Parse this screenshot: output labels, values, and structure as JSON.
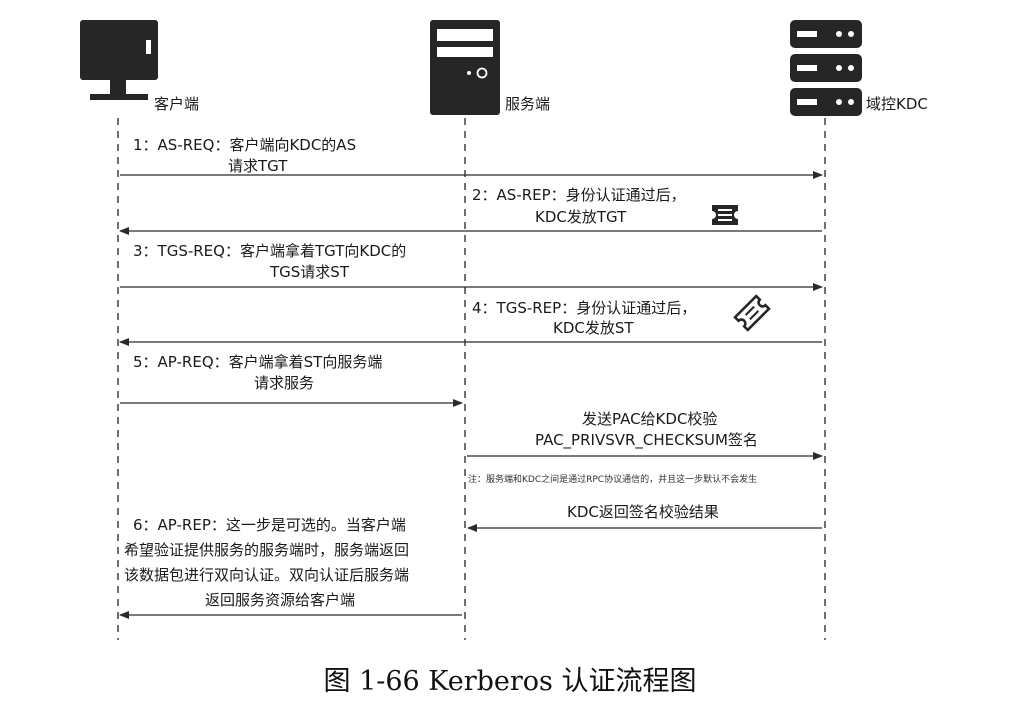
{
  "actors": {
    "client": "客户端",
    "server": "服务端",
    "kdc": "域控KDC"
  },
  "steps": [
    {
      "lines": [
        "1：AS-REQ：客户端向KDC的AS",
        "请求TGT"
      ]
    },
    {
      "lines": [
        "2：AS-REP：身份认证通过后，",
        "KDC发放TGT"
      ]
    },
    {
      "lines": [
        "3：TGS-REQ：客户端拿着TGT向KDC的",
        "TGS请求ST"
      ]
    },
    {
      "lines": [
        "4：TGS-REP：身份认证通过后，",
        "KDC发放ST"
      ]
    },
    {
      "lines": [
        "5：AP-REQ：客户端拿着ST向服务端",
        "请求服务"
      ]
    },
    {
      "lines": [
        "6：AP-REP：这一步是可选的。当客户端",
        "希望验证提供服务的服务端时，服务端返回",
        "该数据包进行双向认证。双向认证后服务端",
        "返回服务资源给客户端"
      ]
    }
  ],
  "pac_verify": {
    "lines": [
      "发送PAC给KDC校验",
      "PAC_PRIVSVR_CHECKSUM签名"
    ],
    "note": "注：服务端和KDC之间是通过RPC协议通信的，并且这一步默认不会发生"
  },
  "kdc_result": {
    "label": "KDC返回签名校验结果"
  },
  "caption": "图 1-66    Kerberos 认证流程图"
}
